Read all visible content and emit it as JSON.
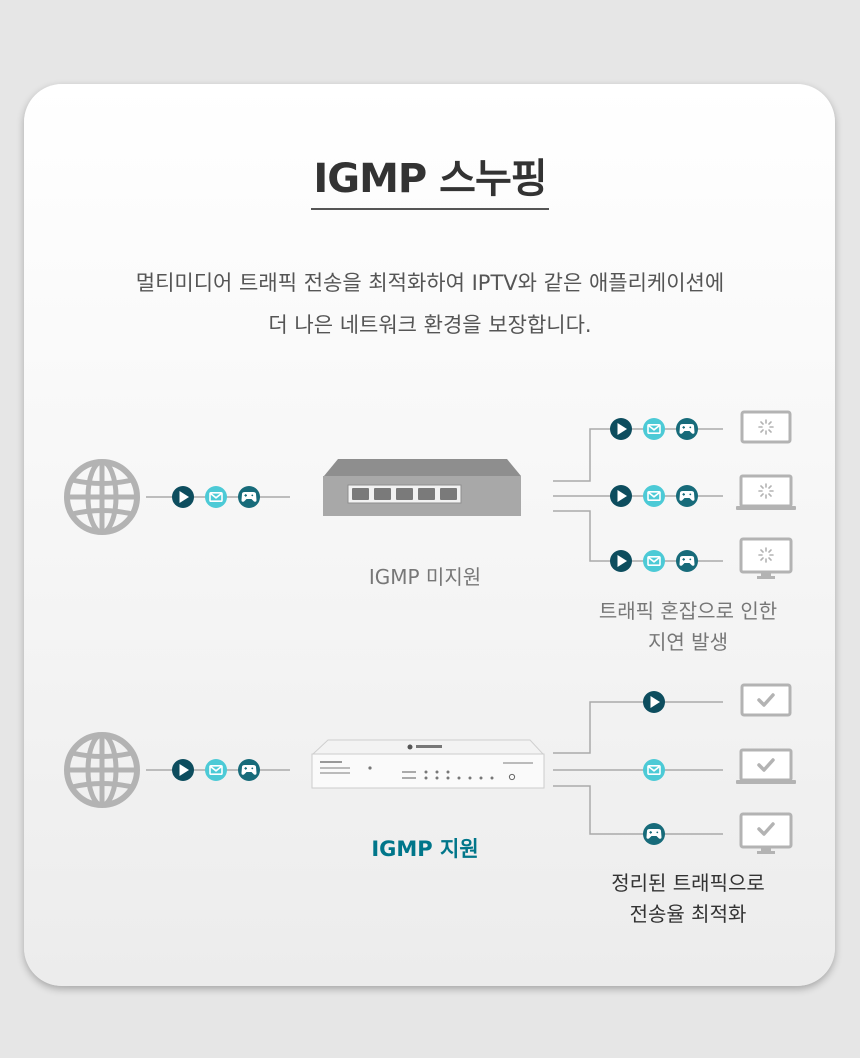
{
  "title": "IGMP 스누핑",
  "description": {
    "line1": "멀티미디어 트래픽 전송을 최적화하여 IPTV와 같은 애플리케이션에",
    "line2": "더 나은 네트워크 환경을 보장합니다."
  },
  "without_igmp": {
    "label": "IGMP 미지원",
    "result_line1": "트래픽 혼잡으로 인한",
    "result_line2": "지연 발생"
  },
  "with_igmp": {
    "label": "IGMP 지원",
    "result_line1": "정리된 트래픽으로",
    "result_line2": "전송율 최적화"
  },
  "colors": {
    "dark_teal": "#0d4d5e",
    "light_cyan": "#4ccad6",
    "mid_teal": "#176b7a",
    "line_gray": "#aaaaaa",
    "icon_gray": "#b3b3b3",
    "label_blue": "#00768a"
  },
  "icons": {
    "internet": "globe-icon",
    "video": "play-icon",
    "mail": "mail-icon",
    "game": "gamepad-icon",
    "loading": "loading-spinner-icon",
    "ok": "checkmark-icon",
    "devices": [
      "tablet-icon",
      "laptop-icon",
      "monitor-icon"
    ]
  }
}
